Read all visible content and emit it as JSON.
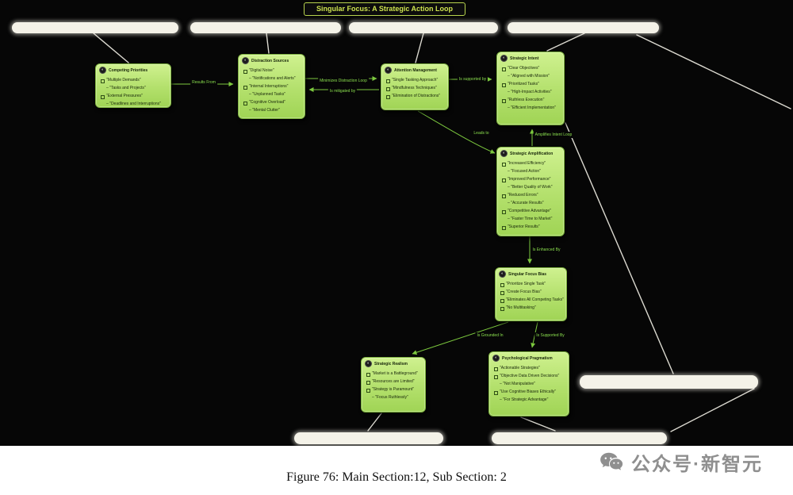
{
  "title": "Singular Focus: A Strategic Action Loop",
  "caption": "Figure 76: Main Section:12, Sub Section: 2",
  "watermark": "公众号·新智元",
  "colors": {
    "background": "#060606",
    "node_fill_top": "#cff18f",
    "node_fill_bottom": "#a0d455",
    "node_border": "#7fb43e",
    "edge_label_green": "#8be04e",
    "arrow_green": "#7cc83e",
    "title_text": "#cde34f",
    "redaction_pill": "#f4f2e8",
    "watermark_gray": "#8f8f8f"
  },
  "icons": {
    "node_badge": "◐"
  },
  "edges": {
    "results_from": "Results From",
    "minimizes_distraction_loop": "Minimizes Distraction Loop",
    "is_mitigated_by": "Is mitigated by",
    "is_supported_by": "Is supported by",
    "leads_to": "Leads to",
    "amplifies_intent_loop": "Amplifies Intent Loop",
    "is_enhanced_by": "Is Enhanced By",
    "is_grounded_in": "Is Grounded In",
    "is_supported_by_2": "Is Supported By"
  },
  "nodes": [
    {
      "id": "competing-priorities",
      "title": "Competing Priorities",
      "items": [
        {
          "t": "\"Multiple Demands\"",
          "sub": false
        },
        {
          "t": "– \"Tasks and Projects\"",
          "sub": true
        },
        {
          "t": "\"External Pressures\"",
          "sub": false
        },
        {
          "t": "– \"Deadlines and Interruptions\"",
          "sub": true
        }
      ]
    },
    {
      "id": "distraction-sources",
      "title": "Distraction Sources",
      "items": [
        {
          "t": "\"Digital Noise\"",
          "sub": false
        },
        {
          "t": "– \"Notifications and Alerts\"",
          "sub": true
        },
        {
          "t": "\"Internal Interruptions\"",
          "sub": false
        },
        {
          "t": "– \"Unplanned Tasks\"",
          "sub": true
        },
        {
          "t": "\"Cognitive Overload\"",
          "sub": false
        },
        {
          "t": "– \"Mental Clutter\"",
          "sub": true
        }
      ]
    },
    {
      "id": "attention-management",
      "title": "Attention Management",
      "items": [
        {
          "t": "\"Single Tasking Approach\"",
          "sub": false
        },
        {
          "t": "\"Mindfulness Techniques\"",
          "sub": false
        },
        {
          "t": "\"Elimination of Distractions\"",
          "sub": false
        }
      ]
    },
    {
      "id": "strategic-intent",
      "title": "Strategic Intent",
      "items": [
        {
          "t": "\"Clear Objectives\"",
          "sub": false
        },
        {
          "t": "– \"Aligned with Mission\"",
          "sub": true
        },
        {
          "t": "\"Prioritized Tasks\"",
          "sub": false
        },
        {
          "t": "– \"High-Impact Activities\"",
          "sub": true
        },
        {
          "t": "\"Ruthless Execution\"",
          "sub": false
        },
        {
          "t": "– \"Efficient Implementation\"",
          "sub": true
        }
      ]
    },
    {
      "id": "strategic-amplification",
      "title": "Strategic Amplification",
      "items": [
        {
          "t": "\"Increased Efficiency\"",
          "sub": false
        },
        {
          "t": "– \"Focused Action\"",
          "sub": true
        },
        {
          "t": "\"Improved Performance\"",
          "sub": false
        },
        {
          "t": "– \"Better Quality of Work\"",
          "sub": true
        },
        {
          "t": "\"Reduced Errors\"",
          "sub": false
        },
        {
          "t": "– \"Accurate Results\"",
          "sub": true
        },
        {
          "t": "\"Competitive Advantage\"",
          "sub": false
        },
        {
          "t": "– \"Faster Time to Market\"",
          "sub": true
        },
        {
          "t": "\"Superior Results\"",
          "sub": false
        }
      ]
    },
    {
      "id": "singular-focus-bias",
      "title": "Singular Focus Bias",
      "items": [
        {
          "t": "\"Prioritize Single Task\"",
          "sub": false
        },
        {
          "t": "\"Create Focus Bias\"",
          "sub": false
        },
        {
          "t": "\"Eliminates All Competing Tasks\"",
          "sub": false
        },
        {
          "t": "\"No Multitasking\"",
          "sub": false
        }
      ]
    },
    {
      "id": "strategic-realism",
      "title": "Strategic Realism",
      "items": [
        {
          "t": "\"Market is a Battleground\"",
          "sub": false
        },
        {
          "t": "\"Resources are Limited\"",
          "sub": false
        },
        {
          "t": "\"Strategy is Paramount\"",
          "sub": false
        },
        {
          "t": "– \"Focus Ruthlessly\"",
          "sub": true
        }
      ]
    },
    {
      "id": "psychological-pragmatism",
      "title": "Psychological Pragmatism",
      "items": [
        {
          "t": "\"Actionable Strategies\"",
          "sub": false
        },
        {
          "t": "\"Objective Data Driven Decisions\"",
          "sub": false
        },
        {
          "t": "– \"Not Manipulative\"",
          "sub": true
        },
        {
          "t": "\"Use Cognitive Biases Ethically\"",
          "sub": false
        },
        {
          "t": "– \"For Strategic Advantage\"",
          "sub": true
        }
      ]
    }
  ]
}
